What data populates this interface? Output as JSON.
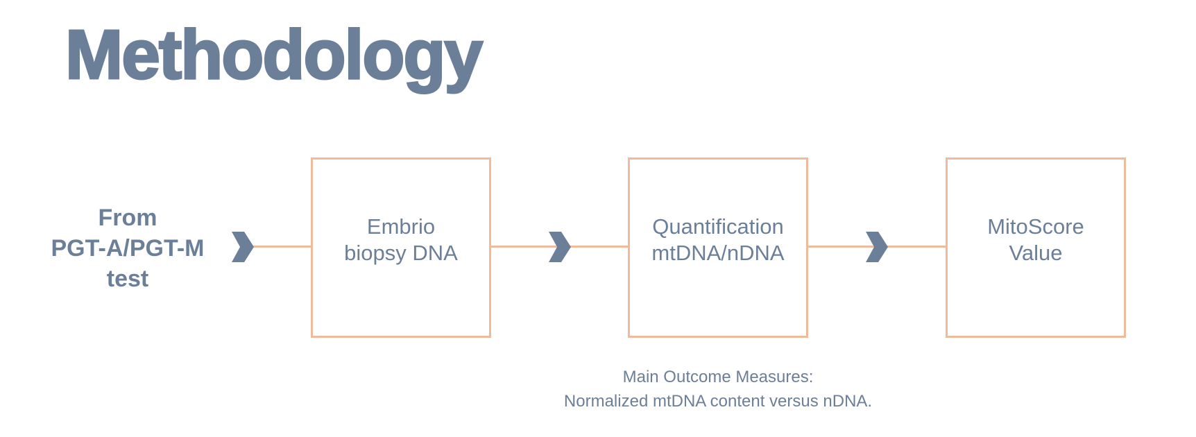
{
  "title": "Methodology",
  "source": {
    "line1": "From",
    "line2": "PGT-A/PGT-M",
    "line3": "test"
  },
  "steps": [
    {
      "line1": "Embrio",
      "line2": "biopsy DNA"
    },
    {
      "line1": "Quantification",
      "line2": "mtDNA/nDNA"
    },
    {
      "line1": "MitoScore",
      "line2": "Value"
    }
  ],
  "outcome": {
    "line1": "Main Outcome Measures:",
    "line2": "Normalized mtDNA content versus nDNA."
  },
  "colors": {
    "text": "#6b7f99",
    "border": "#efbb9c"
  }
}
